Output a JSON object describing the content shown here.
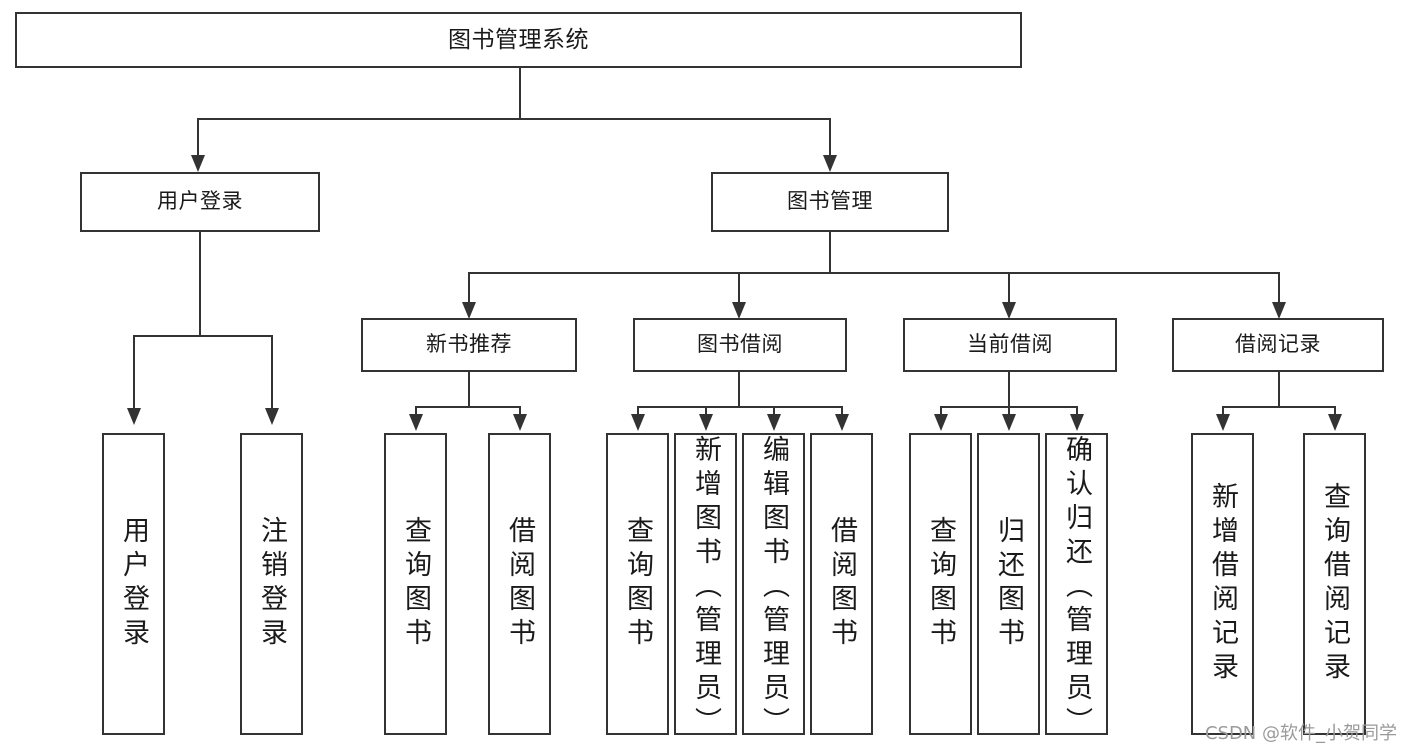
{
  "diagram": {
    "title": "图书管理系统",
    "type": "功能结构图",
    "root": {
      "id": "root",
      "label": "图书管理系统"
    },
    "level1": [
      {
        "id": "user-login",
        "label": "用户登录"
      },
      {
        "id": "book-manage",
        "label": "图书管理"
      }
    ],
    "level2": [
      {
        "id": "new-book-recommend",
        "label": "新书推荐",
        "parent": "book-manage"
      },
      {
        "id": "book-borrow",
        "label": "图书借阅",
        "parent": "book-manage"
      },
      {
        "id": "current-borrow",
        "label": "当前借阅",
        "parent": "book-manage"
      },
      {
        "id": "borrow-record",
        "label": "借阅记录",
        "parent": "book-manage"
      }
    ],
    "leaves": [
      {
        "id": "leaf-user-login",
        "label": "用户登录",
        "parent": "user-login"
      },
      {
        "id": "leaf-logout",
        "label": "注销登录",
        "parent": "user-login"
      },
      {
        "id": "leaf-query-book-1",
        "label": "查询图书",
        "parent": "new-book-recommend"
      },
      {
        "id": "leaf-borrow-book-1",
        "label": "借阅图书",
        "parent": "new-book-recommend"
      },
      {
        "id": "leaf-query-book-2",
        "label": "查询图书",
        "parent": "book-borrow"
      },
      {
        "id": "leaf-add-book",
        "label": "新增图书（管理员）",
        "parent": "book-borrow"
      },
      {
        "id": "leaf-edit-book",
        "label": "编辑图书（管理员）",
        "parent": "book-borrow"
      },
      {
        "id": "leaf-borrow-book-2",
        "label": "借阅图书",
        "parent": "book-borrow"
      },
      {
        "id": "leaf-query-book-3",
        "label": "查询图书",
        "parent": "current-borrow"
      },
      {
        "id": "leaf-return-book",
        "label": "归还图书",
        "parent": "current-borrow"
      },
      {
        "id": "leaf-confirm-return",
        "label": "确认归还（管理员）",
        "parent": "current-borrow"
      },
      {
        "id": "leaf-add-record",
        "label": "新增借阅记录",
        "parent": "borrow-record"
      },
      {
        "id": "leaf-query-record",
        "label": "查询借阅记录",
        "parent": "borrow-record"
      }
    ]
  },
  "watermark": {
    "text": "CSDN @软件_小贺同学"
  },
  "colors": {
    "stroke": "#333333",
    "background": "#ffffff",
    "text": "#1a1a1a",
    "watermark": "#9a9a9a"
  }
}
